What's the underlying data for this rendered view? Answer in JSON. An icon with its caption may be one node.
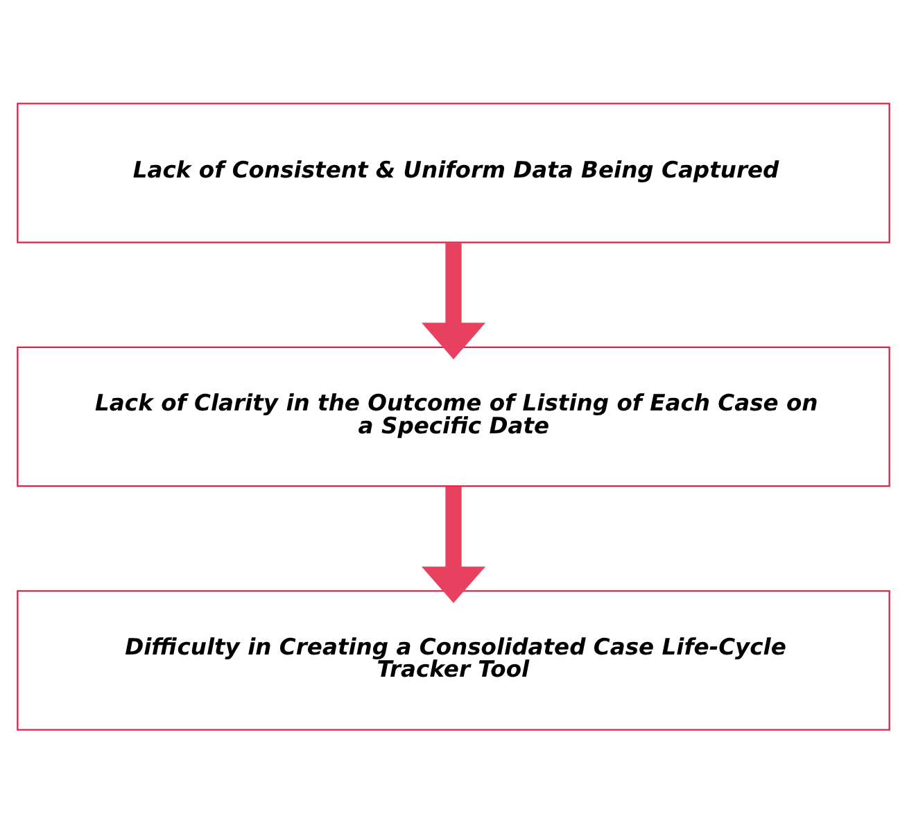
{
  "diagram": {
    "nodes": [
      {
        "text": [
          "Lack of Consistent & Uniform Data Being Captured"
        ]
      },
      {
        "text": [
          "Lack of Clarity in the Outcome of Listing of Each Case on a Specific Date"
        ]
      },
      {
        "text": [
          "Difficulty in Creating a Consolidated Case Life-Cycle Tracker Tool"
        ]
      }
    ],
    "edges": [
      {
        "from": 0,
        "to": 1,
        "arrow": "to"
      },
      {
        "from": 1,
        "to": 2,
        "arrow": "to"
      }
    ]
  }
}
